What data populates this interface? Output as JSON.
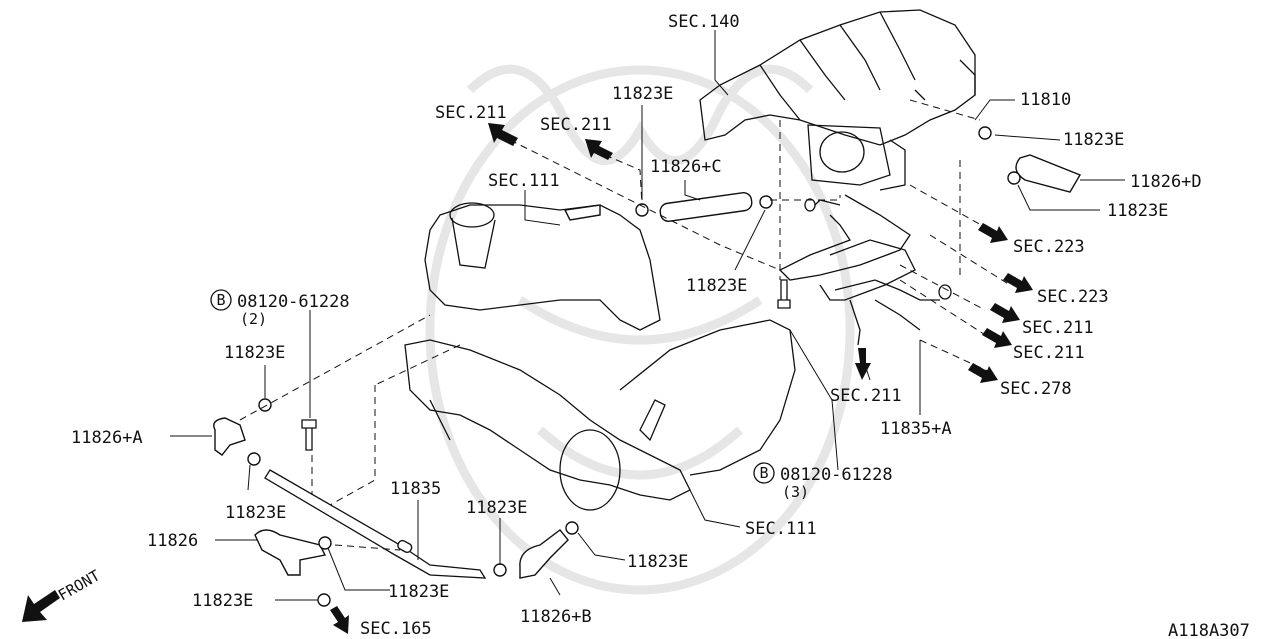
{
  "watermark": "samurai-helmet-watermark",
  "callouts": {
    "sec140": "SEC.140",
    "sec211_a": "SEC.211",
    "sec211_b": "SEC.211",
    "part_11823e_top": "11823E",
    "part_11810": "11810",
    "part_11823e_right1": "11823E",
    "part_11826c": "11826+C",
    "part_11826d": "11826+D",
    "sec111_top": "SEC.111",
    "part_11823e_right2": "11823E",
    "sec223_a": "SEC.223",
    "part_11823e_mid": "11823E",
    "sec223_b": "SEC.223",
    "bolt_left": "08120-61228",
    "bolt_left_qty": "(2)",
    "sec211_c": "SEC.211",
    "sec211_d": "SEC.211",
    "part_11823e_left1": "11823E",
    "sec211_e": "SEC.211",
    "sec278": "SEC.278",
    "part_11835a": "11835+A",
    "part_11826a": "11826+A",
    "bolt_right": "08120-61228",
    "bolt_right_qty": "(3)",
    "part_11835": "11835",
    "part_11823e_left2": "11823E",
    "part_11823e_bottom1": "11823E",
    "sec111_bottom": "SEC.111",
    "part_11826": "11826",
    "part_11823e_bottom2": "11823E",
    "part_11823e_bottom3": "11823E",
    "part_11823e_bottom4": "11823E",
    "part_11826b": "11826+B",
    "sec165": "SEC.165",
    "front": "FRONT",
    "diagram_id": "A118A307",
    "bolt_symbol": "B"
  }
}
